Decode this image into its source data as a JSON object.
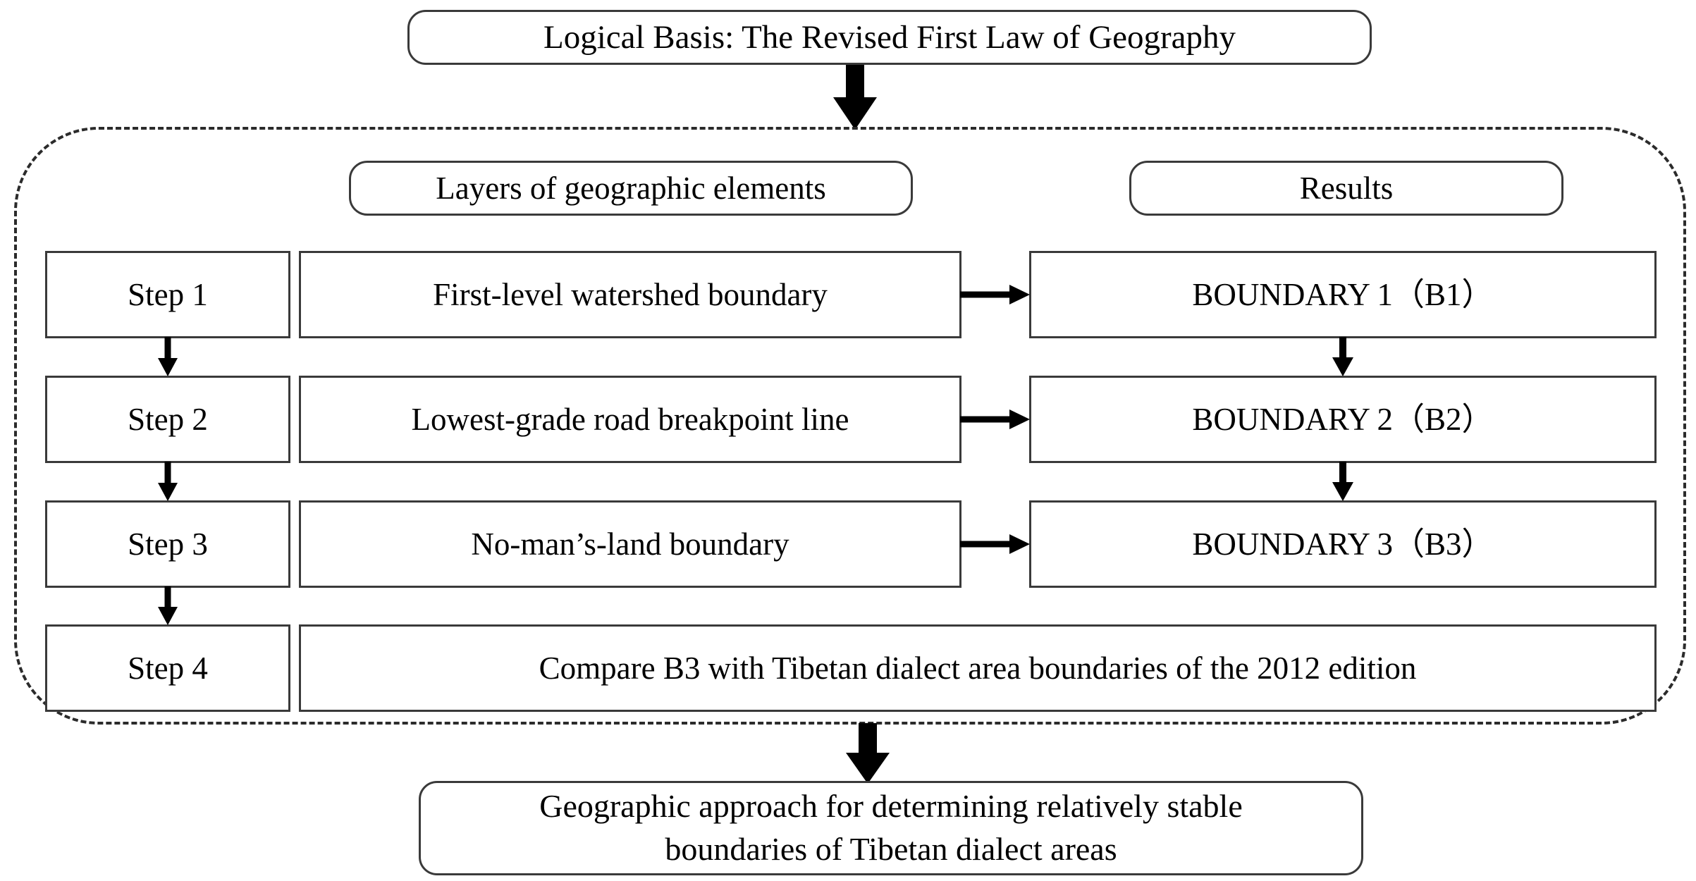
{
  "diagram": {
    "title_box": {
      "label": "Logical Basis: The Revised First Law of Geography"
    },
    "headers": {
      "layers": "Layers of geographic elements",
      "results": "Results"
    },
    "rows": [
      {
        "step": "Step 1",
        "layer": "First-level watershed boundary",
        "result": "BOUNDARY 1（B1）"
      },
      {
        "step": "Step 2",
        "layer": "Lowest-grade road breakpoint line",
        "result": "BOUNDARY 2（B2）"
      },
      {
        "step": "Step 3",
        "layer": "No-man’s-land boundary",
        "result": "BOUNDARY 3（B3）"
      },
      {
        "step": "Step 4",
        "layer": "Compare B3 with Tibetan dialect area boundaries of the 2012 edition",
        "result": null
      }
    ],
    "conclusion_box": {
      "line1": "Geographic approach for determining relatively stable",
      "line2": "boundaries of Tibetan dialect areas"
    },
    "arrows": {
      "top_block_arrow": "down-block-arrow",
      "bottom_block_arrow": "down-block-arrow",
      "step_connectors": [
        "down-arrow",
        "down-arrow",
        "down-arrow"
      ],
      "layer_to_result": [
        "right-arrow",
        "right-arrow",
        "right-arrow"
      ],
      "result_connectors": [
        "down-arrow",
        "down-arrow"
      ]
    },
    "colors": {
      "stroke": "#3a3a3a",
      "dashed_stroke": "#2b2b2b",
      "arrow": "#000000",
      "background": "#ffffff",
      "text": "#000000"
    }
  }
}
